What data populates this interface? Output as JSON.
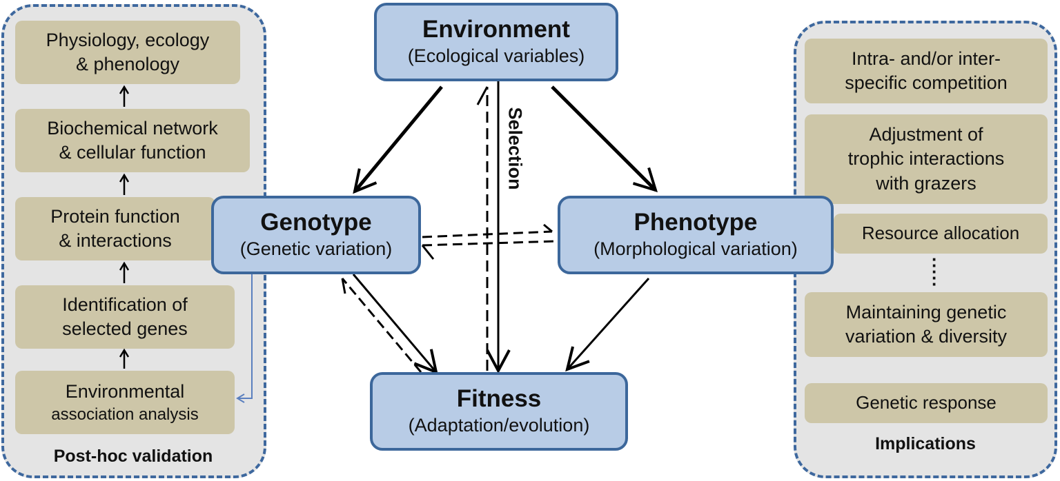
{
  "left_panel": {
    "caption": "Post-hoc validation",
    "steps": [
      [
        "Physiology, ecology",
        "& phenology"
      ],
      [
        "Biochemical network",
        "& cellular function"
      ],
      [
        "Protein function",
        "& interactions"
      ],
      [
        "Identification of",
        "selected genes"
      ],
      [
        "Environmental",
        "association analysis"
      ]
    ]
  },
  "right_panel": {
    "caption": "Implications",
    "items": [
      [
        "Intra- and/or inter-",
        "specific competition"
      ],
      [
        "Adjustment of",
        "trophic interactions",
        "with grazers"
      ],
      [
        "Resource allocation"
      ],
      [
        "Maintaining genetic",
        "variation & diversity"
      ],
      [
        "Genetic response"
      ]
    ]
  },
  "nodes": {
    "environment": {
      "title": "Environment",
      "subtitle": "(Ecological variables)"
    },
    "genotype": {
      "title": "Genotype",
      "subtitle": "(Genetic variation)"
    },
    "phenotype": {
      "title": "Phenotype",
      "subtitle": "(Morphological variation)"
    },
    "fitness": {
      "title": "Fitness",
      "subtitle": "(Adaptation/evolution)"
    }
  },
  "selection_label": "Selection",
  "colors": {
    "node_fill": "#b8cce6",
    "node_border": "#3c679b",
    "tan": "#cdc6a8",
    "panel": "#e4e4e4",
    "dash": "#3e689e"
  }
}
